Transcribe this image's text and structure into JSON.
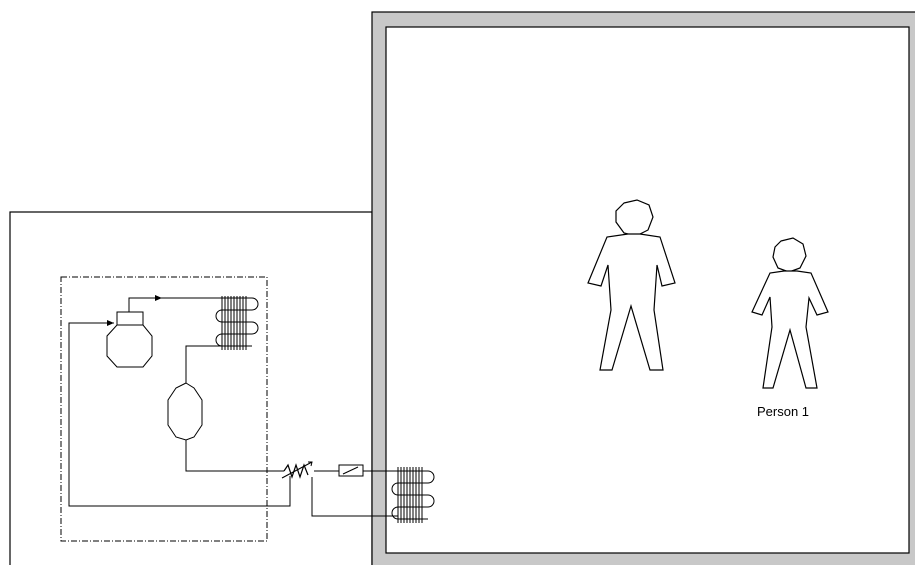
{
  "labels": {
    "person_1": "Person 1"
  },
  "colors": {
    "line": "#000000",
    "wall": "#c8c8c8",
    "background": "#ffffff"
  },
  "components": [
    "compressor",
    "condenser-coil",
    "receiver-tank",
    "expansion-valve",
    "filter-drier",
    "evaporator-coil",
    "person-figure"
  ]
}
